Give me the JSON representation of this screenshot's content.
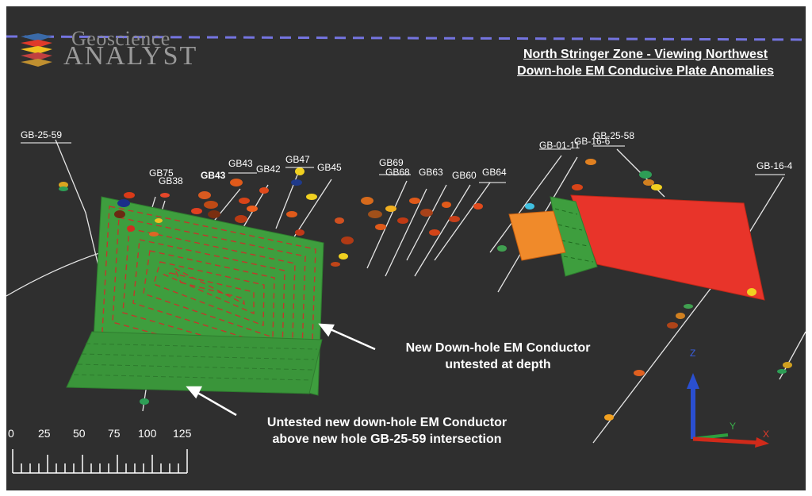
{
  "app": {
    "logo_line1": "Geoscience",
    "logo_line2": "ANALYST"
  },
  "title": {
    "line1": "North Stringer Zone - Viewing Northwest",
    "line2": "Down-hole EM Conducive Plate Anomalies"
  },
  "callouts": {
    "new_conductor_line1": "New Down-hole EM Conductor",
    "new_conductor_line2": "untested at depth",
    "untested_line1": "Untested new down-hole EM Conductor",
    "untested_line2": "above new hole GB-25-59 intersection"
  },
  "hole_labels": [
    "GB-25-59",
    "GB75",
    "GB38",
    "GB43",
    "GB42",
    "GB47",
    "GB45",
    "GB43",
    "GB69",
    "GB68",
    "GB63",
    "GB60",
    "GB64",
    "GB-01-11",
    "GB-16-6",
    "GB-25-58",
    "GB-16-4"
  ],
  "scale_bar": {
    "labels": [
      "0",
      "25",
      "50",
      "75",
      "100",
      "125"
    ]
  },
  "axes": {
    "z": "Z",
    "y": "Y",
    "x": "X"
  },
  "colors": {
    "background": "#2f2f2f",
    "plate_green": "#3c9a3c",
    "plate_red": "#e8342a",
    "plate_orange": "#f08020",
    "dashed_line": "#6a6adf"
  }
}
